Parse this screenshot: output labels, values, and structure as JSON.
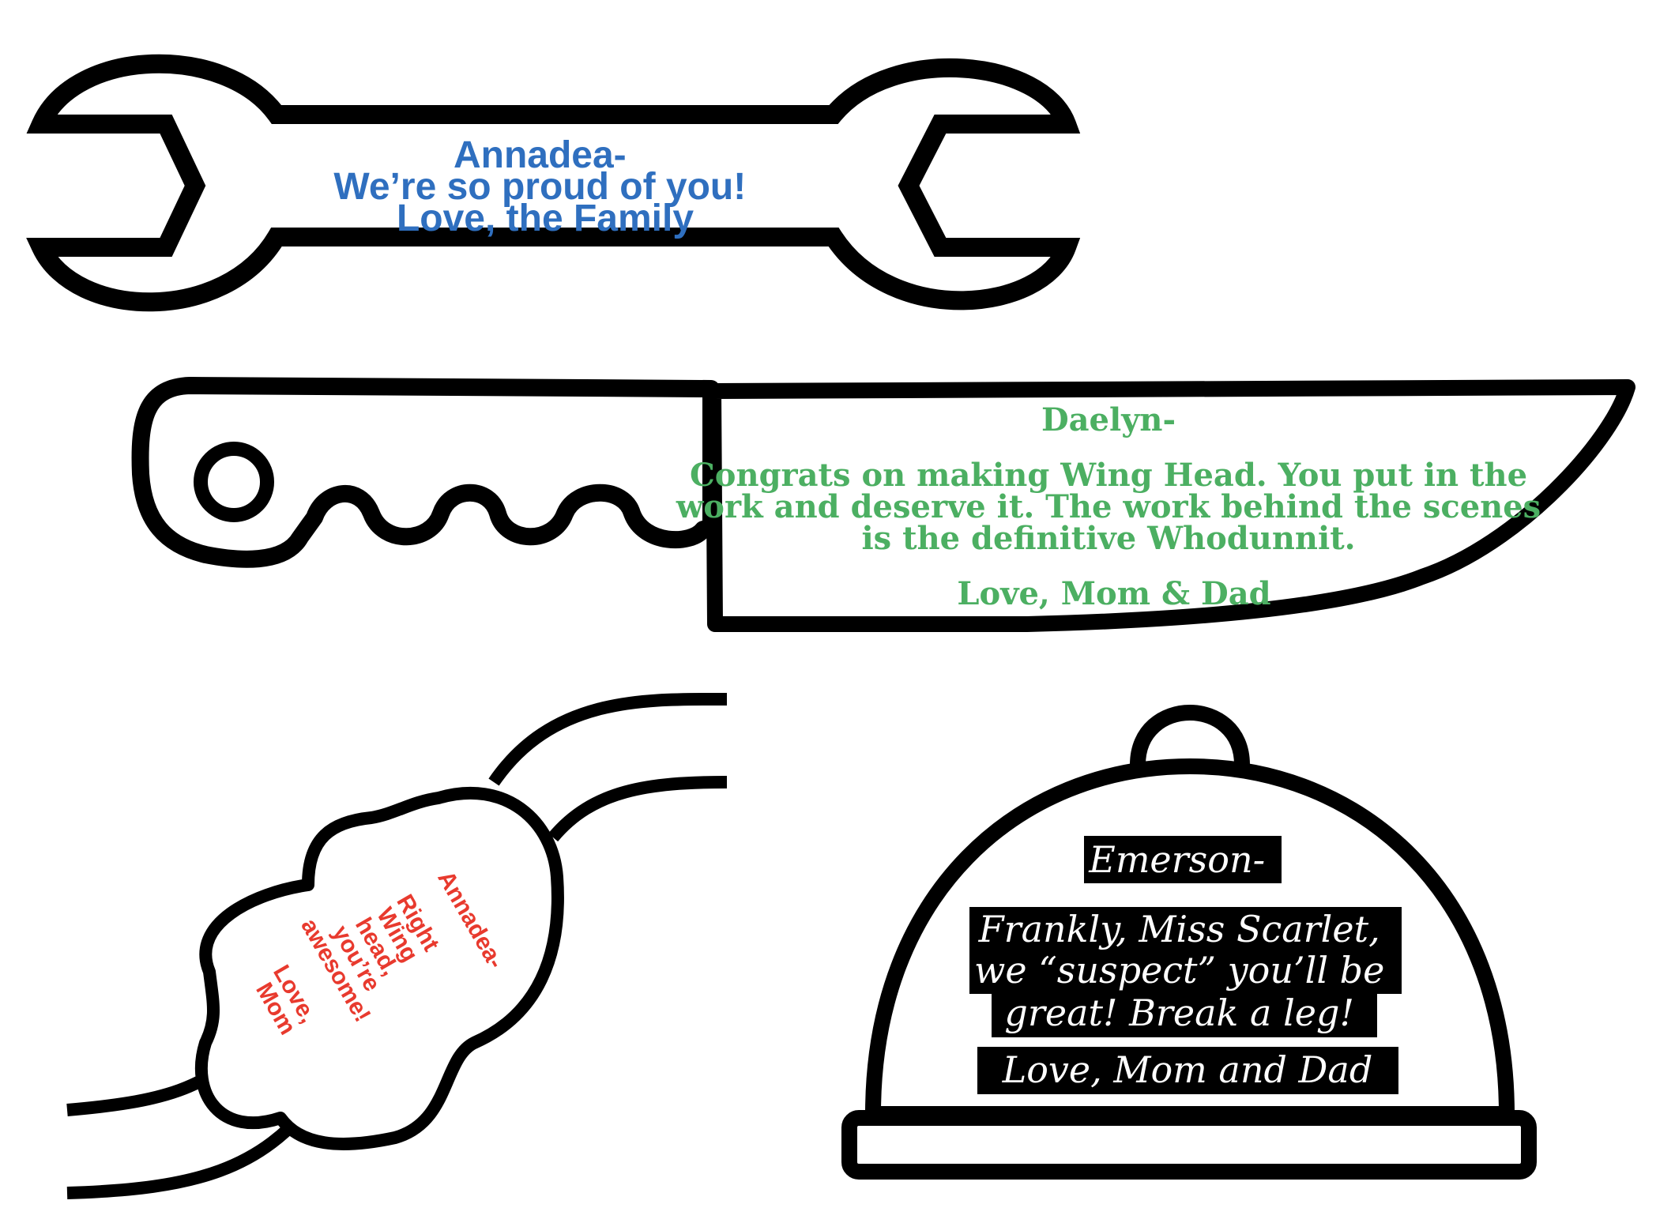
{
  "cards": {
    "wrench": {
      "color": "#2f6fbf",
      "lines": [
        "Annadea-",
        "We’re so proud of you!",
        "Love, the Family"
      ]
    },
    "knife": {
      "color": "#4caf62",
      "greeting": "Daelyn-",
      "body": [
        "Congrats on making Wing Head. You put in the",
        "work and deserve it. The work behind the scenes",
        "is the definitive Whodunnit."
      ],
      "signoff": "Love, Mom & Dad"
    },
    "rope": {
      "color": "#e83a2e",
      "greeting": "Annadea-",
      "body": [
        "Right",
        "Wing",
        "head,",
        "you’re",
        "awesome!"
      ],
      "signoff": [
        "Love,",
        "Mom"
      ]
    },
    "cloche": {
      "greeting": "Emerson-",
      "body": [
        "Frankly, Miss Scarlet,",
        "we “suspect” you’ll be",
        "great! Break a leg!"
      ],
      "signoff": "Love, Mom and Dad"
    }
  }
}
